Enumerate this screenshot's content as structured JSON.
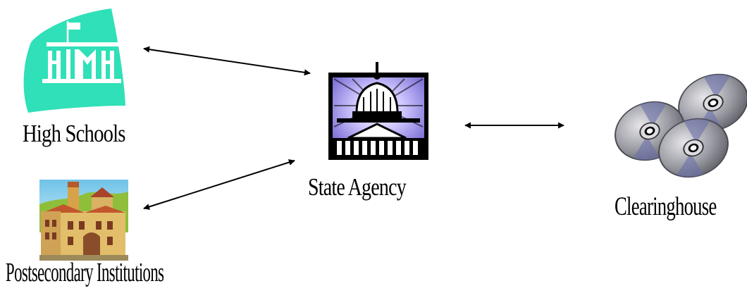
{
  "nodes": {
    "high_schools": {
      "label": "High Schools",
      "icon": "school-building-icon",
      "color": "#2fe0b8"
    },
    "postsecondary": {
      "label": "Postsecondary Institutions",
      "icon": "university-castle-icon"
    },
    "state_agency": {
      "label": "State Agency",
      "icon": "capitol-dome-icon",
      "glow_color": "#b7aef5"
    },
    "clearinghouse": {
      "label": "Clearinghouse",
      "icon": "disc-stack-icon",
      "disc_color": "#8e8e96"
    }
  },
  "connections": [
    {
      "from": "high_schools",
      "to": "state_agency",
      "direction": "bidirectional"
    },
    {
      "from": "postsecondary",
      "to": "state_agency",
      "direction": "bidirectional"
    },
    {
      "from": "state_agency",
      "to": "clearinghouse",
      "direction": "bidirectional"
    }
  ]
}
